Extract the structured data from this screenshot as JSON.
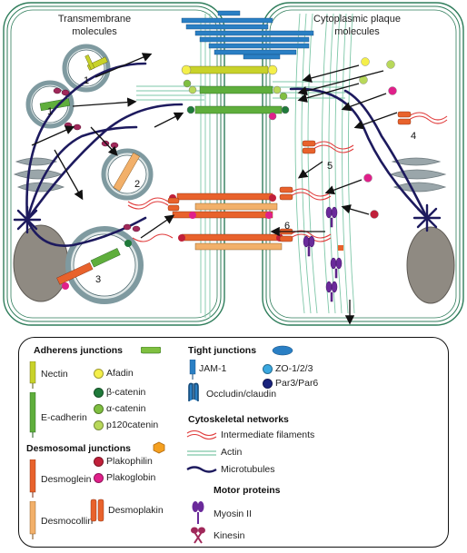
{
  "diagram": {
    "left_cell_title": "Transmembrane\nmolecules",
    "right_cell_title": "Cytoplasmic plaque\nmolecules",
    "vesicle_numbers": [
      "1",
      "1",
      "2",
      "3"
    ],
    "pathway_numbers": [
      "4",
      "5",
      "6"
    ]
  },
  "legend": {
    "adherens": {
      "heading": "Adherens junctions",
      "items": [
        "Nectin",
        "E-cadherin",
        "Afadin",
        "β-catenin",
        "α-catenin",
        "p120catenin"
      ]
    },
    "desmosomal": {
      "heading": "Desmosomal junctions",
      "items": [
        "Desmoglein",
        "Desmocollin",
        "Plakophilin",
        "Plakoglobin",
        "Desmoplakin"
      ]
    },
    "tight": {
      "heading": "Tight junctions",
      "items": [
        "JAM-1",
        "Occludin/claudin",
        "ZO-1/2/3",
        "Par3/Par6"
      ]
    },
    "cytoskeletal": {
      "heading": "Cytoskeletal networks",
      "items": [
        "Intermediate filaments",
        "Actin",
        "Microtubules"
      ]
    },
    "motor": {
      "heading": "Motor proteins",
      "items": [
        "Myosin II",
        "Kinesin"
      ]
    }
  },
  "colors": {
    "nectin": "#c8d22a",
    "ecadherin": "#5fae3c",
    "desmoglein": "#e8622c",
    "desmocollin": "#f2b06a",
    "desmoplakin": "#e8622c",
    "afadin": "#f4ef4a",
    "beta_catenin": "#1f7a3a",
    "alpha_catenin": "#7fbf40",
    "p120": "#b8d85a",
    "plakophilin": "#c0203a",
    "plakoglobin": "#e0208a",
    "jam": "#2a7fc4",
    "zo": "#3aa8e0",
    "par": "#1a237e",
    "occludin": "#2a7fc4",
    "intermediate_filament": "#e03a3a",
    "actin": "#7ec7a8",
    "microtubule": "#1d1a5e",
    "myosin": "#6a2a9a",
    "kinesin": "#a0285a",
    "cell_outline": "#2f7d5b",
    "membrane_gap": "#3d8f69",
    "organelle": "#8f8a82",
    "golgi": "#9aa6aa",
    "vesicle": "#7f9aa0",
    "arrow": "#111111"
  }
}
